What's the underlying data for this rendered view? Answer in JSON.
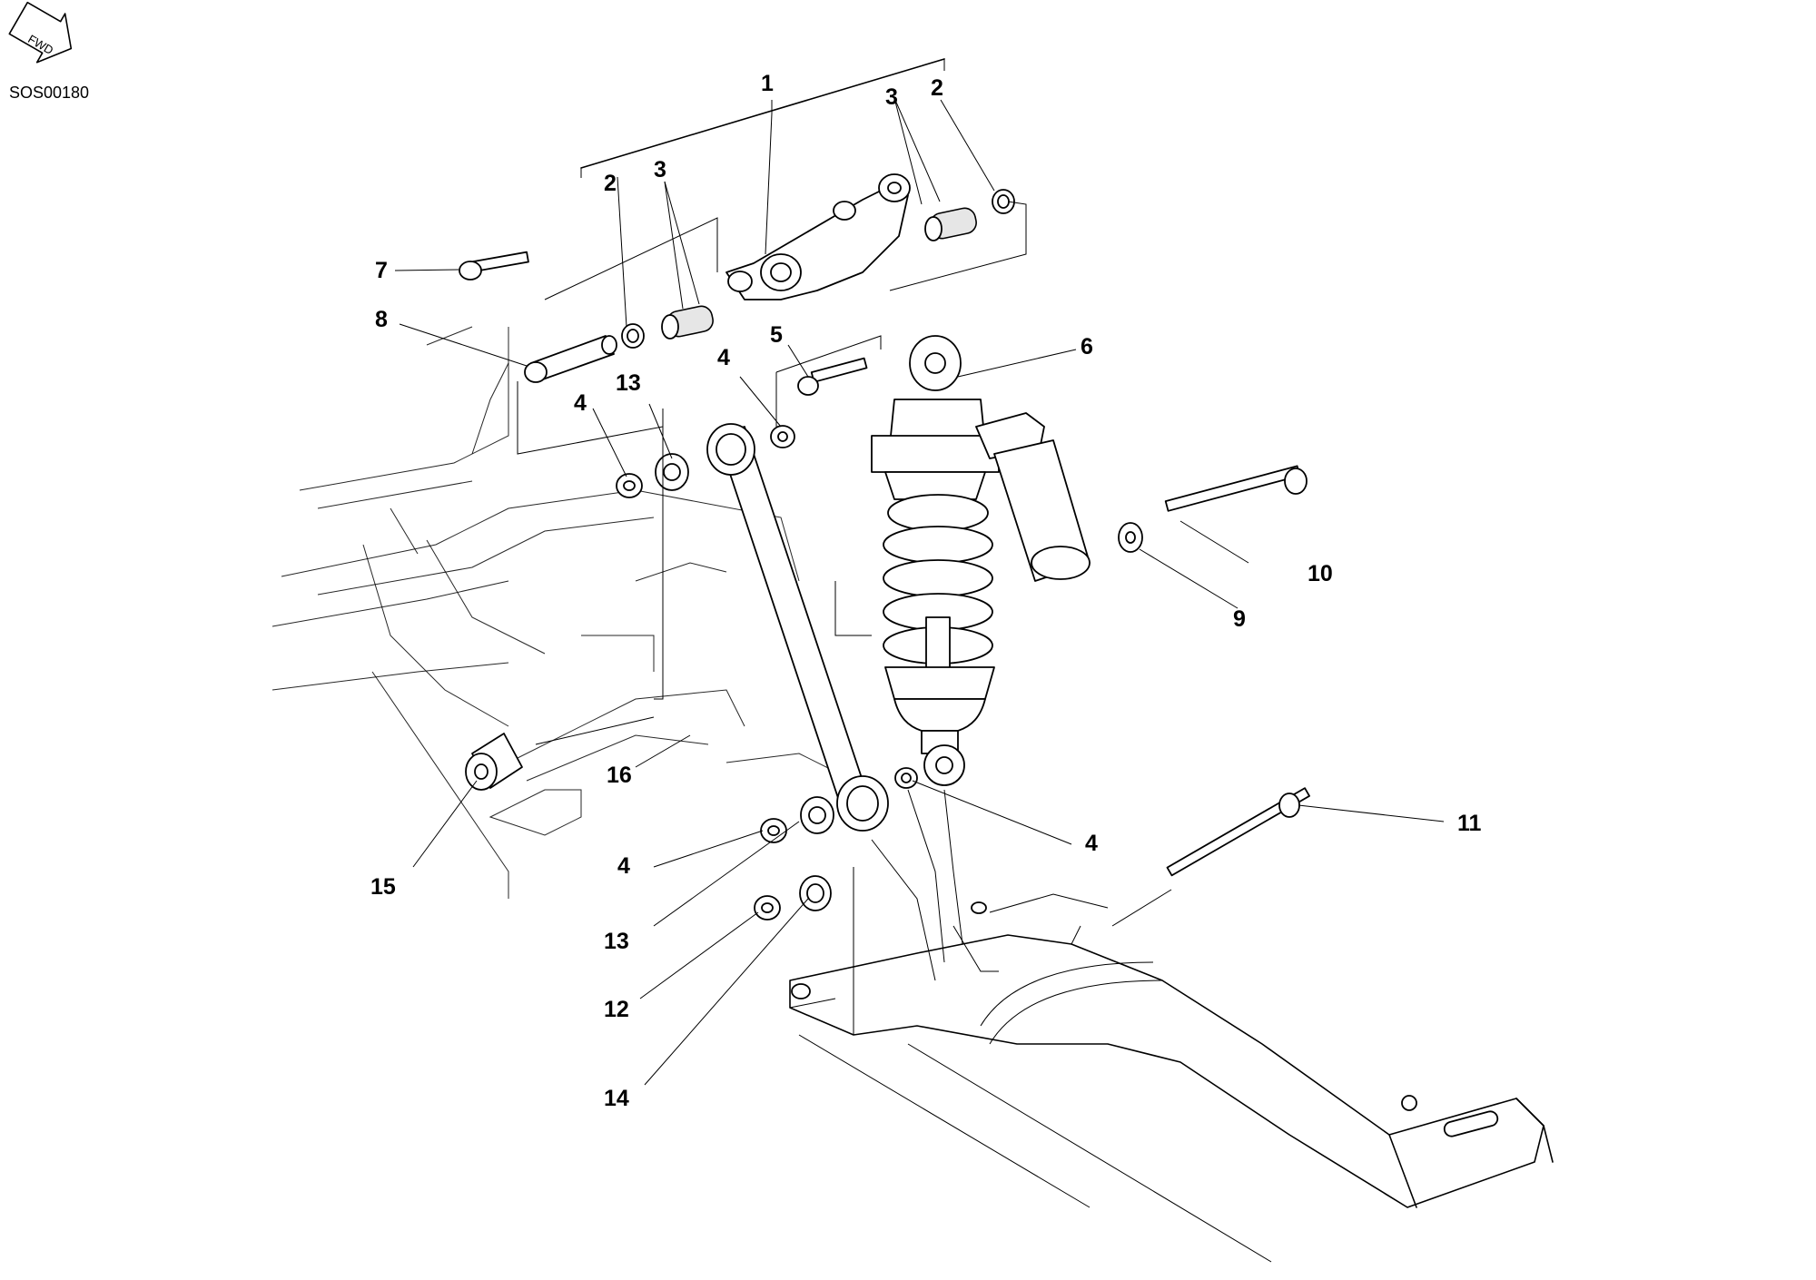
{
  "figure": {
    "code": "SOS00180",
    "direction_label": "FWD"
  },
  "callouts": [
    {
      "id": "1",
      "label": "1"
    },
    {
      "id": "2a",
      "label": "2"
    },
    {
      "id": "2b",
      "label": "2"
    },
    {
      "id": "3a",
      "label": "3"
    },
    {
      "id": "3b",
      "label": "3"
    },
    {
      "id": "4a",
      "label": "4"
    },
    {
      "id": "4b",
      "label": "4"
    },
    {
      "id": "4c",
      "label": "4"
    },
    {
      "id": "4d",
      "label": "4"
    },
    {
      "id": "5",
      "label": "5"
    },
    {
      "id": "6",
      "label": "6"
    },
    {
      "id": "7",
      "label": "7"
    },
    {
      "id": "8",
      "label": "8"
    },
    {
      "id": "9",
      "label": "9"
    },
    {
      "id": "10",
      "label": "10"
    },
    {
      "id": "11",
      "label": "11"
    },
    {
      "id": "12",
      "label": "12"
    },
    {
      "id": "13a",
      "label": "13"
    },
    {
      "id": "13b",
      "label": "13"
    },
    {
      "id": "14",
      "label": "14"
    },
    {
      "id": "15",
      "label": "15"
    },
    {
      "id": "16",
      "label": "16"
    }
  ]
}
